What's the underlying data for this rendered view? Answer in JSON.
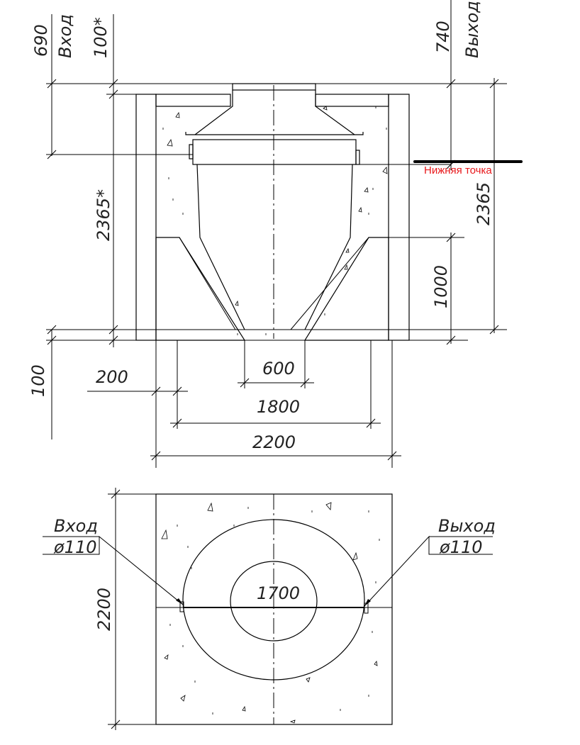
{
  "section": {
    "dims_top_left": [
      "690",
      "Вход",
      "100*"
    ],
    "dims_top_right": [
      "740",
      "Выход"
    ],
    "height_left": "2365*",
    "height_right": "2365",
    "bottom_block": "1000",
    "slab": "100",
    "wall": "200",
    "neck": "600",
    "inner_width": "1800",
    "outer_width": "2200",
    "annotation": "Нижняя точка",
    "annotation_color": "#e8191c"
  },
  "plan": {
    "inlet_label": "Вход",
    "inlet_diameter": "ø110",
    "outlet_label": "Выход",
    "outlet_diameter": "ø110",
    "diameter": "1700",
    "side": "2200"
  }
}
